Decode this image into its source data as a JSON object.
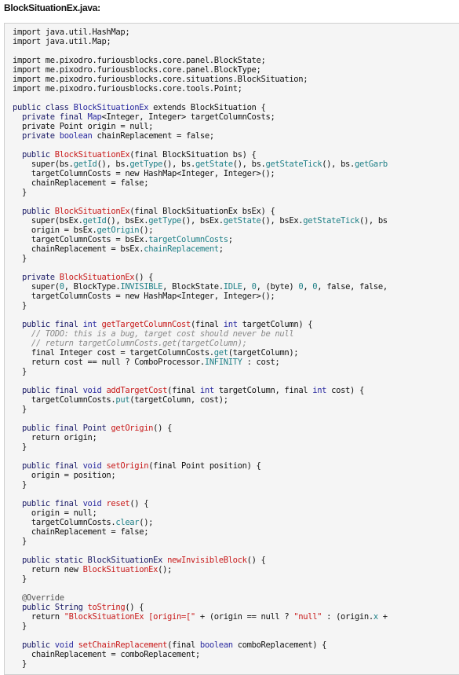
{
  "file": {
    "name": "BlockSituationEx.java:"
  },
  "code": {
    "lines": [
      [
        {
          "t": "import java.util.HashMap;",
          "k": "plain"
        }
      ],
      [
        {
          "t": "import java.util.Map;",
          "k": "plain"
        }
      ],
      [],
      [
        {
          "t": "import me.pixodro.furiousblocks.core.panel.BlockState;",
          "k": "plain"
        }
      ],
      [
        {
          "t": "import me.pixodro.furiousblocks.core.panel.BlockType;",
          "k": "plain"
        }
      ],
      [
        {
          "t": "import me.pixodro.furiousblocks.core.situations.BlockSituation;",
          "k": "plain"
        }
      ],
      [
        {
          "t": "import me.pixodro.furiousblocks.core.tools.Point;",
          "k": "plain"
        }
      ],
      [],
      [
        {
          "t": "public class ",
          "k": "kw"
        },
        {
          "t": "BlockSituationEx",
          "k": "type"
        },
        {
          "t": " extends BlockSituation {",
          "k": "plain"
        }
      ],
      [
        {
          "t": "  private final ",
          "k": "kw"
        },
        {
          "t": "Map",
          "k": "type"
        },
        {
          "t": "<Integer, Integer> targetColumnCosts;",
          "k": "plain"
        }
      ],
      [
        {
          "t": "  private Point origin = null;",
          "k": "plain"
        }
      ],
      [
        {
          "t": "  private ",
          "k": "kw"
        },
        {
          "t": "boolean",
          "k": "type"
        },
        {
          "t": " chainReplacement = false;",
          "k": "plain"
        }
      ],
      [],
      [
        {
          "t": "  public ",
          "k": "kw"
        },
        {
          "t": "BlockSituationEx",
          "k": "def"
        },
        {
          "t": "(final BlockSituation bs) {",
          "k": "plain"
        }
      ],
      [
        {
          "t": "    super(bs.",
          "k": "plain"
        },
        {
          "t": "getId",
          "k": "call"
        },
        {
          "t": "(), bs.",
          "k": "plain"
        },
        {
          "t": "getType",
          "k": "call"
        },
        {
          "t": "(), bs.",
          "k": "plain"
        },
        {
          "t": "getState",
          "k": "call"
        },
        {
          "t": "(), bs.",
          "k": "plain"
        },
        {
          "t": "getStateTick",
          "k": "call"
        },
        {
          "t": "(), bs.",
          "k": "plain"
        },
        {
          "t": "getGarb",
          "k": "call"
        }
      ],
      [
        {
          "t": "    targetColumnCosts = new HashMap<Integer, Integer>();",
          "k": "plain"
        }
      ],
      [
        {
          "t": "    chainReplacement = false;",
          "k": "plain"
        }
      ],
      [
        {
          "t": "  }",
          "k": "plain"
        }
      ],
      [],
      [
        {
          "t": "  public ",
          "k": "kw"
        },
        {
          "t": "BlockSituationEx",
          "k": "def"
        },
        {
          "t": "(final BlockSituationEx bsEx) {",
          "k": "plain"
        }
      ],
      [
        {
          "t": "    super(bsEx.",
          "k": "plain"
        },
        {
          "t": "getId",
          "k": "call"
        },
        {
          "t": "(), bsEx.",
          "k": "plain"
        },
        {
          "t": "getType",
          "k": "call"
        },
        {
          "t": "(), bsEx.",
          "k": "plain"
        },
        {
          "t": "getState",
          "k": "call"
        },
        {
          "t": "(), bsEx.",
          "k": "plain"
        },
        {
          "t": "getStateTick",
          "k": "call"
        },
        {
          "t": "(), bs",
          "k": "plain"
        }
      ],
      [
        {
          "t": "    origin = bsEx.",
          "k": "plain"
        },
        {
          "t": "getOrigin",
          "k": "call"
        },
        {
          "t": "();",
          "k": "plain"
        }
      ],
      [
        {
          "t": "    targetColumnCosts = bsEx.",
          "k": "plain"
        },
        {
          "t": "targetColumnCosts",
          "k": "call"
        },
        {
          "t": ";",
          "k": "plain"
        }
      ],
      [
        {
          "t": "    chainReplacement = bsEx.",
          "k": "plain"
        },
        {
          "t": "chainReplacement",
          "k": "call"
        },
        {
          "t": ";",
          "k": "plain"
        }
      ],
      [
        {
          "t": "  }",
          "k": "plain"
        }
      ],
      [],
      [
        {
          "t": "  private ",
          "k": "kw"
        },
        {
          "t": "BlockSituationEx",
          "k": "def"
        },
        {
          "t": "() {",
          "k": "plain"
        }
      ],
      [
        {
          "t": "    super(",
          "k": "plain"
        },
        {
          "t": "0",
          "k": "num"
        },
        {
          "t": ", BlockType.",
          "k": "plain"
        },
        {
          "t": "INVISIBLE",
          "k": "const"
        },
        {
          "t": ", BlockState.",
          "k": "plain"
        },
        {
          "t": "IDLE",
          "k": "const"
        },
        {
          "t": ", ",
          "k": "plain"
        },
        {
          "t": "0",
          "k": "num"
        },
        {
          "t": ", (byte) ",
          "k": "plain"
        },
        {
          "t": "0",
          "k": "num"
        },
        {
          "t": ", ",
          "k": "plain"
        },
        {
          "t": "0",
          "k": "num"
        },
        {
          "t": ", false, false,",
          "k": "plain"
        }
      ],
      [
        {
          "t": "    targetColumnCosts = new HashMap<Integer, Integer>();",
          "k": "plain"
        }
      ],
      [
        {
          "t": "  }",
          "k": "plain"
        }
      ],
      [],
      [
        {
          "t": "  public final ",
          "k": "kw"
        },
        {
          "t": "int",
          "k": "type"
        },
        {
          "t": " ",
          "k": "plain"
        },
        {
          "t": "getTargetColumnCost",
          "k": "def"
        },
        {
          "t": "(final ",
          "k": "plain"
        },
        {
          "t": "int",
          "k": "type"
        },
        {
          "t": " targetColumn) {",
          "k": "plain"
        }
      ],
      [
        {
          "t": "    // TODO: this is a bug, target cost should never be null",
          "k": "com"
        }
      ],
      [
        {
          "t": "    // return targetColumnCosts.get(targetColumn);",
          "k": "com"
        }
      ],
      [
        {
          "t": "    final Integer cost = targetColumnCosts.",
          "k": "plain"
        },
        {
          "t": "get",
          "k": "call"
        },
        {
          "t": "(targetColumn);",
          "k": "plain"
        }
      ],
      [
        {
          "t": "    return cost == null ? ComboProcessor.",
          "k": "plain"
        },
        {
          "t": "INFINITY",
          "k": "const"
        },
        {
          "t": " : cost;",
          "k": "plain"
        }
      ],
      [
        {
          "t": "  }",
          "k": "plain"
        }
      ],
      [],
      [
        {
          "t": "  public final ",
          "k": "kw"
        },
        {
          "t": "void",
          "k": "type"
        },
        {
          "t": " ",
          "k": "plain"
        },
        {
          "t": "addTargetCost",
          "k": "def"
        },
        {
          "t": "(final ",
          "k": "plain"
        },
        {
          "t": "int",
          "k": "type"
        },
        {
          "t": " targetColumn, final ",
          "k": "plain"
        },
        {
          "t": "int",
          "k": "type"
        },
        {
          "t": " cost) {",
          "k": "plain"
        }
      ],
      [
        {
          "t": "    targetColumnCosts.",
          "k": "plain"
        },
        {
          "t": "put",
          "k": "call"
        },
        {
          "t": "(targetColumn, cost);",
          "k": "plain"
        }
      ],
      [
        {
          "t": "  }",
          "k": "plain"
        }
      ],
      [],
      [
        {
          "t": "  public final Point ",
          "k": "kw"
        },
        {
          "t": "getOrigin",
          "k": "def"
        },
        {
          "t": "() {",
          "k": "plain"
        }
      ],
      [
        {
          "t": "    return origin;",
          "k": "plain"
        }
      ],
      [
        {
          "t": "  }",
          "k": "plain"
        }
      ],
      [],
      [
        {
          "t": "  public final ",
          "k": "kw"
        },
        {
          "t": "void",
          "k": "type"
        },
        {
          "t": " ",
          "k": "plain"
        },
        {
          "t": "setOrigin",
          "k": "def"
        },
        {
          "t": "(final Point position) {",
          "k": "plain"
        }
      ],
      [
        {
          "t": "    origin = position;",
          "k": "plain"
        }
      ],
      [
        {
          "t": "  }",
          "k": "plain"
        }
      ],
      [],
      [
        {
          "t": "  public final ",
          "k": "kw"
        },
        {
          "t": "void",
          "k": "type"
        },
        {
          "t": " ",
          "k": "plain"
        },
        {
          "t": "reset",
          "k": "def"
        },
        {
          "t": "() {",
          "k": "plain"
        }
      ],
      [
        {
          "t": "    origin = null;",
          "k": "plain"
        }
      ],
      [
        {
          "t": "    targetColumnCosts.",
          "k": "plain"
        },
        {
          "t": "clear",
          "k": "call"
        },
        {
          "t": "();",
          "k": "plain"
        }
      ],
      [
        {
          "t": "    chainReplacement = false;",
          "k": "plain"
        }
      ],
      [
        {
          "t": "  }",
          "k": "plain"
        }
      ],
      [],
      [
        {
          "t": "  public static BlockSituationEx ",
          "k": "kw"
        },
        {
          "t": "newInvisibleBlock",
          "k": "def"
        },
        {
          "t": "() {",
          "k": "plain"
        }
      ],
      [
        {
          "t": "    return new ",
          "k": "plain"
        },
        {
          "t": "BlockSituationEx",
          "k": "def"
        },
        {
          "t": "();",
          "k": "plain"
        }
      ],
      [
        {
          "t": "  }",
          "k": "plain"
        }
      ],
      [],
      [
        {
          "t": "  @Override",
          "k": "ann"
        }
      ],
      [
        {
          "t": "  public String ",
          "k": "kw"
        },
        {
          "t": "toString",
          "k": "def"
        },
        {
          "t": "() {",
          "k": "plain"
        }
      ],
      [
        {
          "t": "    return ",
          "k": "plain"
        },
        {
          "t": "\"BlockSituationEx [origin=[\"",
          "k": "str"
        },
        {
          "t": " + (origin == null ? ",
          "k": "plain"
        },
        {
          "t": "\"null\"",
          "k": "str"
        },
        {
          "t": " : (origin.",
          "k": "plain"
        },
        {
          "t": "x",
          "k": "call"
        },
        {
          "t": " +",
          "k": "plain"
        }
      ],
      [
        {
          "t": "  }",
          "k": "plain"
        }
      ],
      [],
      [
        {
          "t": "  public ",
          "k": "kw"
        },
        {
          "t": "void",
          "k": "type"
        },
        {
          "t": " ",
          "k": "plain"
        },
        {
          "t": "setChainReplacement",
          "k": "def"
        },
        {
          "t": "(final ",
          "k": "plain"
        },
        {
          "t": "boolean",
          "k": "type"
        },
        {
          "t": " comboReplacement) {",
          "k": "plain"
        }
      ],
      [
        {
          "t": "    chainReplacement = comboReplacement;",
          "k": "plain"
        }
      ],
      [
        {
          "t": "  }",
          "k": "plain"
        }
      ]
    ]
  }
}
